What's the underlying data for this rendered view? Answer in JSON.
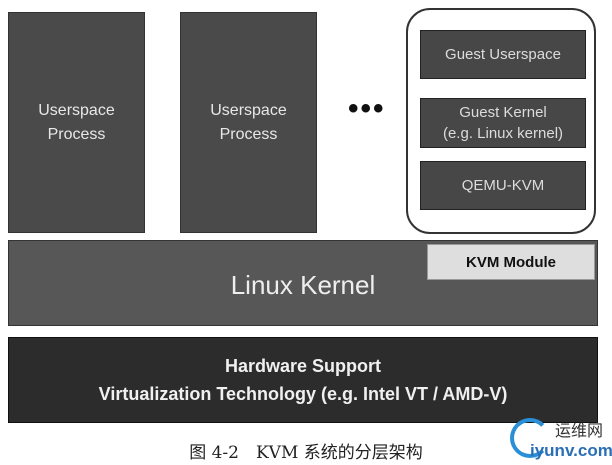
{
  "processes": [
    {
      "label": "Userspace Process"
    },
    {
      "label": "Userspace Process"
    }
  ],
  "ellipsis": "•••",
  "guest": {
    "userspace": "Guest Userspace",
    "kernel_line1": "Guest Kernel",
    "kernel_line2": "(e.g. Linux kernel)",
    "qemu": "QEMU-KVM"
  },
  "linux_kernel": "Linux Kernel",
  "kvm_module": "KVM Module",
  "hardware": {
    "line1": "Hardware Support",
    "line2": "Virtualization Technology (e.g. Intel VT / AMD-V)"
  },
  "caption": "图 4-2　KVM 系统的分层架构",
  "watermark": {
    "cn": "运维网",
    "site": "iyunv.com"
  }
}
